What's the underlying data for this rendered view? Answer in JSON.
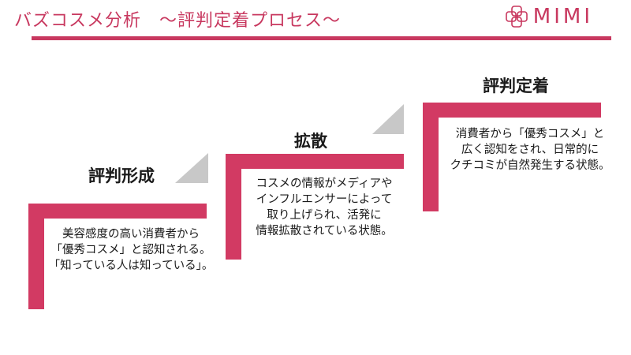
{
  "header": {
    "title": "バズコスメ分析　～評判定着プロセス～",
    "brand": "MIMI",
    "logo_icon": "cube-pattern-logo"
  },
  "colors": {
    "accent": "#d23a63",
    "title": "#c8385f",
    "arrow": "#c8c8c8"
  },
  "steps": [
    {
      "label": "評判形成",
      "lines": [
        "美容感度の高い消費者から",
        "「優秀コスメ」と認知される。",
        "「知っている人は知っている」。"
      ]
    },
    {
      "label": "拡散",
      "lines": [
        "コスメの情報がメディアや",
        "インフルエンサーによって",
        "取り上げられ、活発に",
        "情報拡散されている状態。"
      ]
    },
    {
      "label": "評判定着",
      "lines": [
        "消費者から「優秀コスメ」と",
        "広く認知をされ、日常的に",
        "クチコミが自然発生する状態。"
      ]
    }
  ]
}
